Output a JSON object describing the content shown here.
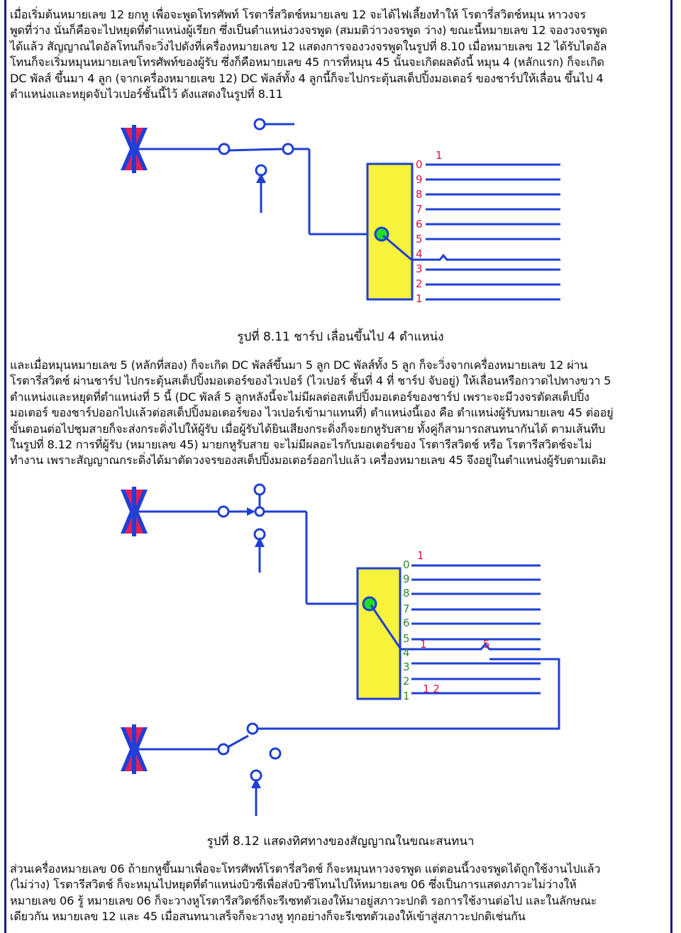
{
  "paragraph_1": "      เมื่อเริ่มต้นหมายเลข 12 ยกหู เพื่อจะพูดโทรศัพท์ โรตารี่สวิตช์หมายเลข 12 จะได้ไฟเลี้ยงทำให้ โรตารี่สวิตช์หมุน หาวงจร\nพูดที่ว่าง นั่นก็คือจะไปหยุดที่ตำแหน่งผู้เรียก ซึ่งเป็นตำแหน่งวงจรพูด (สมมติว่าวงจรพูด ว่าง) ขณะนี้หมายเลข 12 จองวงจรพูด\nได้แล้ว สัญญาณไดอัลโทนก็จะวิ่งไปดังที่เครื่องหมายเลข 12 แสดงการจองวงจรพูดในรูปที่ 8.10 เมื่อหมายเลข 12 ได้รับไดอัล\nโทนก็จะเริ่มหมุนหมายเลขโทรศัพท์ของผู้รับ ซึ่งก็คือหมายเลข 45 การที่หมุน 45 นั้นจะเกิดผลดังนี้ หมุน 4 (หลักแรก) ก็จะเกิด\nDC พัลส์ ขึ้นมา 4 ลูก (จากเครื่องหมายเลข 12) DC พัลส์ทั้ง 4 ลูกนี้ก็จะไปกระตุ้นสเต็ปปิ้งมอเตอร์ ของชาร์ปให้เลื่อน ขึ้นไป 4\nตำแหน่งและหยุดจับไวเปอร์ชั้นนี้ไว้ ดังแสดงในรูปที่ 8.11",
  "caption_1": "รูปที่ 8.11 ชาร์ป เลื่อนขึ้นไป 4 ตำแหน่ง",
  "paragraph_2": "และเมื่อหมุนหมายเลข 5 (หลักที่สอง) ก็จะเกิด DC พัลส์ขึ้นมา 5 ลูก DC พัลส์ทั้ง 5 ลูก ก็จะวิ่งจากเครื่องหมายเลข 12 ผ่าน\nโรตารี่สวิตช์ ผ่านชาร์ป ไปกระตุ้นสเต็ปปิ้งมอเตอร์ของไวเปอร์ (ไวเปอร์ ชั้นที่ 4 ที่ ชาร์ป จับอยู่) ให้เลื่อนหรือกวาดไปทางขวา 5\nตำแหน่งและหยุดที่ตำแหน่งที่ 5 นี้ (DC พัลส์ 5 ลูกหลังนี้จะไม่มีผลต่อสเต็ปปิ้งมอเตอร์ของชาร์ป เพราะจะมีวงจรตัดสเต็ปปิ้ง\nมอเตอร์ ของชาร์ปออกไปแล้วต่อสเต็ปปิ้งมอเตอร์ของ ไวเปอร์เข้ามาแทนที่) ตำแหน่งนี้เอง คือ ตำแหน่งผู้รับหมายเลข 45 ต่ออยู่\nขั้นตอนต่อไปชุมสายก็จะส่งกระดิ่งไปให้ผู้รับ เมื่อผู้รับได้ยินเสียงกระดิ่งก็จะยกหูรับสาย ทั้งคู่ก็สามารถสนทนากันได้ ตามเส้นทีบ\nในรูปที่ 8.12 การที่ผู้รับ (หมายเลข 45) มายกหูรับสาย จะไม่มีผลอะไรกับมอเตอร์ของ โรตารีสวิตช์ หรือ โรตารีสวิตช์จะไม่\nทำงาน เพราะสัญญาณกระดิ่งได้มาตัดวงจรของสเต็ปปิ้งมอเตอร์ออกไปแล้ว เครื่องหมายเลข 45 จึงอยู่ในตำแหน่งผู้รับตามเดิม",
  "caption_2": "รูปที่ 8.12 แสดงทิศทางของสัญญาณในขณะสนทนา",
  "paragraph_3": "ส่วนเครื่องหมายเลข 06 ถ้ายกหูขึ้นมาเพื่อจะโทรศัพท์โรตารี่สวิตช์ ก็จะหมุนหาวงจรพูด แต่ตอนนี้วงจรพูดได้ถูกใช้งานไปแล้ว\n(ไม่ว่าง) โรตารีสวิตช์ ก็จะหมุนไปหยุดที่ตำแหน่งบิวซีเพื่อส่งบิวซีโทนไปให้หมายเลข 06 ซึ่งเป็นการแสดงภาวะไม่ว่างให้\nหมายเลข 06 รู้ หมายเลข 06 ก็จะวางหูโรตารีสวิตช์ก็จะรีเซทตัวเองให้มาอยู่สภาวะปกติ รอการใช้งานต่อไป และในลักษณะ\nเดียวกัน หมายเลข 12 และ 45 เมื่อสนทนาเสร็จก็จะวางหู ทุกอย่างก็จะรีเซทตัวเองให้เข้าสู่สภาวะปกติเช่นกัน",
  "fig1": {
    "digits": [
      "0",
      "9",
      "8",
      "7",
      "6",
      "5",
      "4",
      "3",
      "2",
      "1"
    ],
    "marker": "1"
  },
  "fig2": {
    "digits": [
      "0",
      "9",
      "8",
      "7",
      "6",
      "5",
      "4",
      "3",
      "2",
      "1"
    ],
    "marker_top": "1",
    "marker_row5": "1",
    "marker_pos5": "5",
    "marker_bottom": "1 2"
  },
  "colors": {
    "wire": "#1f3fd6",
    "sharp_fill": "#f7f23a",
    "phone_red": "#e0205a",
    "phone_blue": "#1f3fd6",
    "digit": "#e01040",
    "node_green": "#22dd22"
  }
}
